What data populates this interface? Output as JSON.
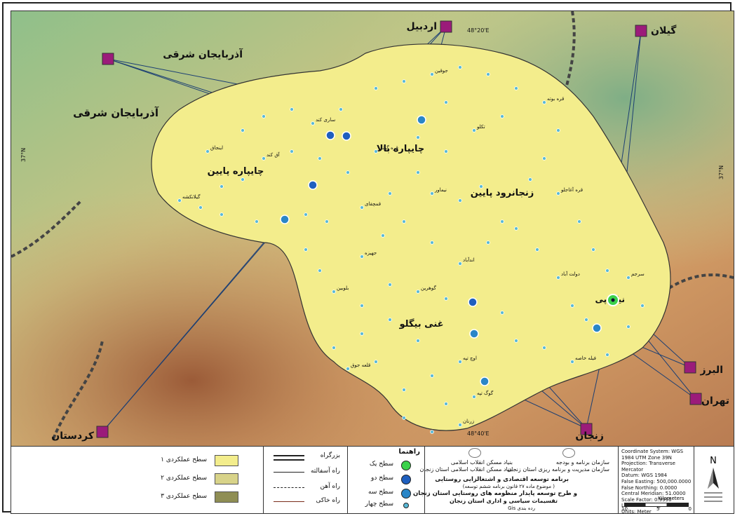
{
  "regions": {
    "ardabil": "اردبیل",
    "gilan": "گیلان",
    "azsharghi_top": "آذربایجان شرقی",
    "azsharghi_left": "آذربایجان شرقی",
    "alborz": "البرز",
    "tehran": "تهران",
    "zanjan": "زنجان",
    "kordestan": "کردستان"
  },
  "districts": {
    "chaypareh_bala": "چایپاره بالا",
    "chaypareh_paein": "چایپاره پایین",
    "zanjanrud_paein": "زنجانرود پایین",
    "ghani_beyglu": "غنی بیگلو",
    "nik_pey": "نیک پی"
  },
  "settlements": [
    "اینجاق",
    "ساری کند",
    "جوقین",
    "قره بوته",
    "قره آغاجلو",
    "سرجم",
    "فیله خاصه",
    "اوچ تپه",
    "گوگ تپه",
    "بلوبین",
    "قمچقای",
    "تکلو",
    "قره گونی",
    "آق کند",
    "گیلانکشه",
    "جهیزه",
    "اندآباد",
    "دولت آباد",
    "گوهرین",
    "قلعه جوق",
    "زرنان",
    "نیماور"
  ],
  "coord_labels": {
    "top": "48°20'E",
    "left": "37°N",
    "right": "37°N",
    "bottom": "48°40'E"
  },
  "map_colors": {
    "level1": "#f3ed8c",
    "level2": "#d8d389",
    "level3": "#8f8e54",
    "settlement": "#58b8d6",
    "link": "#1c3f73"
  },
  "legend": {
    "title": "راهنما",
    "levels": [
      "سطح عملکردی ۱",
      "سطح عملکردی ۲",
      "سطح عملکردی ۳"
    ],
    "roads": [
      "بزرگراه",
      "راه آسفالته",
      "راه آهن",
      "راه خاکی"
    ],
    "tiers": [
      "سطح یک",
      "سطح دو",
      "سطح سه",
      "سطح چهار"
    ]
  },
  "org": {
    "line1": "سازمان برنامه و بودجه",
    "line2": "بنیاد مسکن انقلاب اسلامی",
    "line3": "سازمان مدیریت و برنامه ریزی استان زنجان",
    "line4": "بنیاد مسکن انقلاب اسلامی استان زنجان",
    "line5": "برنامه توسعه اقتصادی و اشتغالزایی روستایی",
    "line6": "( موضوع ماده ۲۷ قانون برنامه ششم توسعه)",
    "line7": "و طرح توسعه پایدار منظومه های روستایی استان زنجان",
    "line8": "تقسیمات سیاسی و اداری استان زنجان",
    "line9": "رده بندی Gis"
  },
  "projection": [
    "Coordinate System: WGS 1984 UTM Zone 39N",
    "Projection: Transverse Mercator",
    "Datum: WGS 1984",
    "False Easting: 500,000.0000",
    "False Northing: 0.0000",
    "Central Meridian: 51.0000",
    "Scale Factor: 0.9996",
    "Latitude Of Origin: 0.0000",
    "Units: Meter"
  ],
  "scale": {
    "unit": "Kilometers",
    "ticks": [
      "10",
      "5",
      "0"
    ]
  },
  "north": "N"
}
